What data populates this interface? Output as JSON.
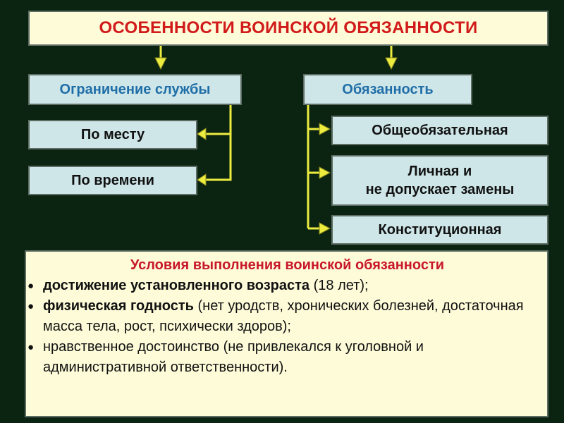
{
  "title": "ОСОБЕННОСТИ ВОИНСКОЙ ОБЯЗАННОСТИ",
  "restriction": {
    "label": "Ограничение службы",
    "items": [
      "По месту",
      "По времени"
    ]
  },
  "duty": {
    "label": "Обязанность",
    "items": [
      "Общеобязательная",
      "Личная и",
      "не допускает замены",
      "Конституционная"
    ]
  },
  "conditions": {
    "title": "Условия выполнения воинской обязанности",
    "bullet": "●",
    "items": [
      {
        "bold": "достижение установленного возраста",
        "text": " (18 лет);"
      },
      {
        "bold": "физическая годность",
        "text": " (нет уродств, хронических болезней, достаточная масса тела, рост, психически здоров);"
      },
      {
        "bold": "",
        "text": "нравственное достоинство (не привлекался к уголовной и административной ответственности)."
      }
    ]
  },
  "colors": {
    "background": "#0b2412",
    "title_text": "#d11a1a",
    "head_text": "#1f6ea8",
    "connector": "#ecec3f",
    "box_fill": "#cfe6e8",
    "note_fill": "#fdfbd8"
  }
}
